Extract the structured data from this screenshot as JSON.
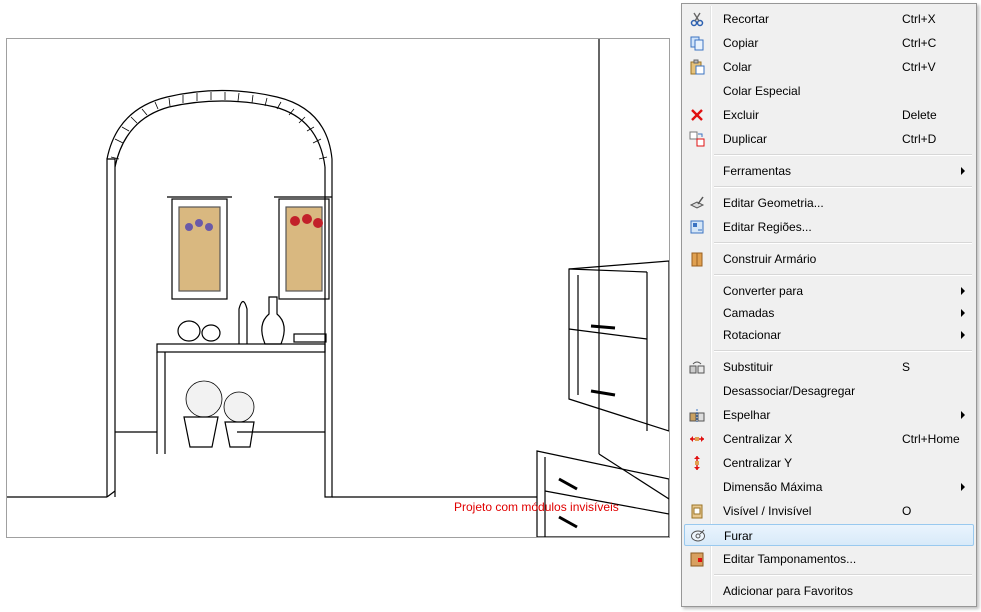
{
  "viewport": {
    "message": "Projeto com módulos invisíveis"
  },
  "menu": {
    "items": [
      {
        "label": "Recortar",
        "shortcut": "Ctrl+X",
        "icon": "scissors-icon"
      },
      {
        "label": "Copiar",
        "shortcut": "Ctrl+C",
        "icon": "copy-icon"
      },
      {
        "label": "Colar",
        "shortcut": "Ctrl+V",
        "icon": "paste-icon"
      },
      {
        "label": "Colar Especial",
        "shortcut": ""
      },
      {
        "label": "Excluir",
        "shortcut": "Delete",
        "icon": "delete-x-icon"
      },
      {
        "label": "Duplicar",
        "shortcut": "Ctrl+D",
        "icon": "duplicate-icon"
      },
      {
        "label": "Ferramentas",
        "shortcut": "",
        "submenu": true
      },
      {
        "label": "Editar Geometria...",
        "shortcut": "",
        "icon": "edit-geometry-icon"
      },
      {
        "label": "Editar Regiões...",
        "shortcut": "",
        "icon": "edit-regions-icon"
      },
      {
        "label": "Construir Armário",
        "shortcut": "",
        "icon": "build-cabinet-icon"
      },
      {
        "label": "Converter para",
        "shortcut": "",
        "submenu": true
      },
      {
        "label": "Camadas",
        "shortcut": "",
        "submenu": true
      },
      {
        "label": "Rotacionar",
        "shortcut": "",
        "submenu": true
      },
      {
        "label": "Substituir",
        "shortcut": "S",
        "icon": "replace-icon"
      },
      {
        "label": "Desassociar/Desagregar",
        "shortcut": ""
      },
      {
        "label": "Espelhar",
        "shortcut": "",
        "submenu": true,
        "icon": "mirror-icon"
      },
      {
        "label": "Centralizar X",
        "shortcut": "Ctrl+Home",
        "icon": "center-x-icon"
      },
      {
        "label": "Centralizar Y",
        "shortcut": "",
        "icon": "center-y-icon"
      },
      {
        "label": "Dimensão Máxima",
        "shortcut": "",
        "submenu": true
      },
      {
        "label": "Visível / Invisível",
        "shortcut": "O",
        "icon": "visibility-icon"
      },
      {
        "label": "Furar",
        "shortcut": "",
        "icon": "drill-icon",
        "highlighted": true
      },
      {
        "label": "Editar Tamponamentos...",
        "shortcut": "",
        "icon": "edit-panels-icon"
      },
      {
        "label": "Adicionar para Favoritos",
        "shortcut": ""
      }
    ]
  }
}
